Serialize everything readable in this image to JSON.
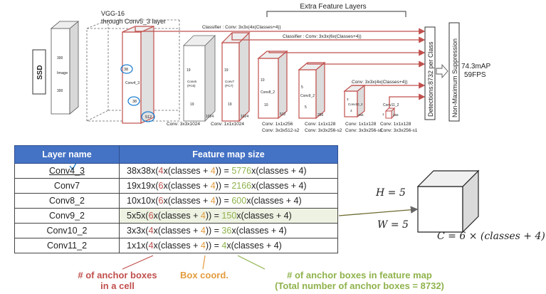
{
  "diagram": {
    "vgg_label_line1": "VGG-16",
    "vgg_label_line2": "through Conv5_3 layer",
    "extra_label": "Extra Feature Layers",
    "ssd_label": "SSD",
    "image_label": "Image",
    "image_dim1": "300",
    "image_dim2": "300",
    "conv4_label": "Conv4_3",
    "conv4_dim1": "38",
    "conv4_dim2": "38",
    "conv4_dim3": "512",
    "conv6_label": "Conv6\n(FC6)",
    "conv6_dim1": "19",
    "conv6_dim2": "19",
    "conv6_dim3": "1024",
    "conv7_label": "Conv7\n(FC7)",
    "conv7_dim1": "19",
    "conv7_dim2": "19",
    "conv7_dim3": "1024",
    "conv8_label": "Conv8_2",
    "conv8_dim1": "10",
    "conv8_dim2": "10",
    "conv8_dim3": "512",
    "conv9_label": "Conv9_2",
    "conv9_dim1": "5",
    "conv9_dim2": "5",
    "conv9_dim3": "256",
    "conv10_label": "Conv10_2",
    "conv10_dim1": "3",
    "conv10_dim2": "3",
    "conv10_dim3": "256",
    "conv11_label": "Conv11_2",
    "conv11_dim1": "1",
    "conv11_dim3": "256",
    "classifier1": "Classifier : Conv: 3x3x(4x(Classes+4))",
    "classifier2": "Classifier : Conv: 3x3x(6x(Classes+4))",
    "classifier3": "Conv: 3x3x(4x(Classes+4))",
    "op_conv6": "Conv: 3x3x1024",
    "op_conv7": "Conv: 1x1x1024",
    "op_conv8_a": "Conv: 1x1x256",
    "op_conv8_b": "Conv: 3x3x512-s2",
    "op_conv9_a": "Conv: 1x1x128",
    "op_conv9_b": "Conv: 3x3x256-s2",
    "op_conv10_a": "Conv: 1x1x128",
    "op_conv10_b": "Conv: 3x3x256-s1",
    "op_conv11_a": "Conv: 1x1x128",
    "op_conv11_b": "Conv: 3x3x256-s1",
    "detections": "Detections:8732 per Class",
    "nms": "Non-Maximum Suppression",
    "map": "74.3mAP",
    "fps": "59FPS"
  },
  "table": {
    "headers": [
      "Layer name",
      "Feature map size"
    ],
    "rows": [
      {
        "name": "Conv4_3",
        "size": "38x38",
        "anchors": "4",
        "coord": "4",
        "total": "5776",
        "rest": "x(classes + 4)"
      },
      {
        "name": "Conv7",
        "size": "19x19",
        "anchors": "6",
        "coord": "4",
        "total": "2166",
        "rest": "x(classes + 4)"
      },
      {
        "name": "Conv8_2",
        "size": "10x10",
        "anchors": "6",
        "coord": "4",
        "total": "600",
        "rest": "x(classes + 4)"
      },
      {
        "name": "Conv9_2",
        "size": "5x5",
        "anchors": "6",
        "coord": "4",
        "total": "150",
        "rest": "x(classes + 4)"
      },
      {
        "name": "Conv10_2",
        "size": "3x3",
        "anchors": "4",
        "coord": "4",
        "total": "36",
        "rest": "x(classes + 4)"
      },
      {
        "name": "Conv11_2",
        "size": "1x1",
        "anchors": "4",
        "coord": "4",
        "total": "4",
        "rest": "x(classes + 4)"
      }
    ],
    "expr_x": "x(",
    "expr_classes": "classes + ",
    "expr_close": ")) = "
  },
  "captions": {
    "anchor_cell": "# of anchor boxes\nin a cell",
    "box_coord": "Box coord.",
    "anchor_map_line1": "# of anchor boxes in feature map",
    "anchor_map_line2": "(Total number of anchor boxes = 8732)"
  },
  "math": {
    "h": "H = 5",
    "w": "W = 5",
    "c": "C = 6 × (classes + 4)"
  },
  "colors": {
    "red": "#c0504d",
    "orange": "#e39b3c",
    "green": "#8fb34c",
    "header_blue": "#4472c4",
    "circle_blue": "#1f7fd0"
  }
}
